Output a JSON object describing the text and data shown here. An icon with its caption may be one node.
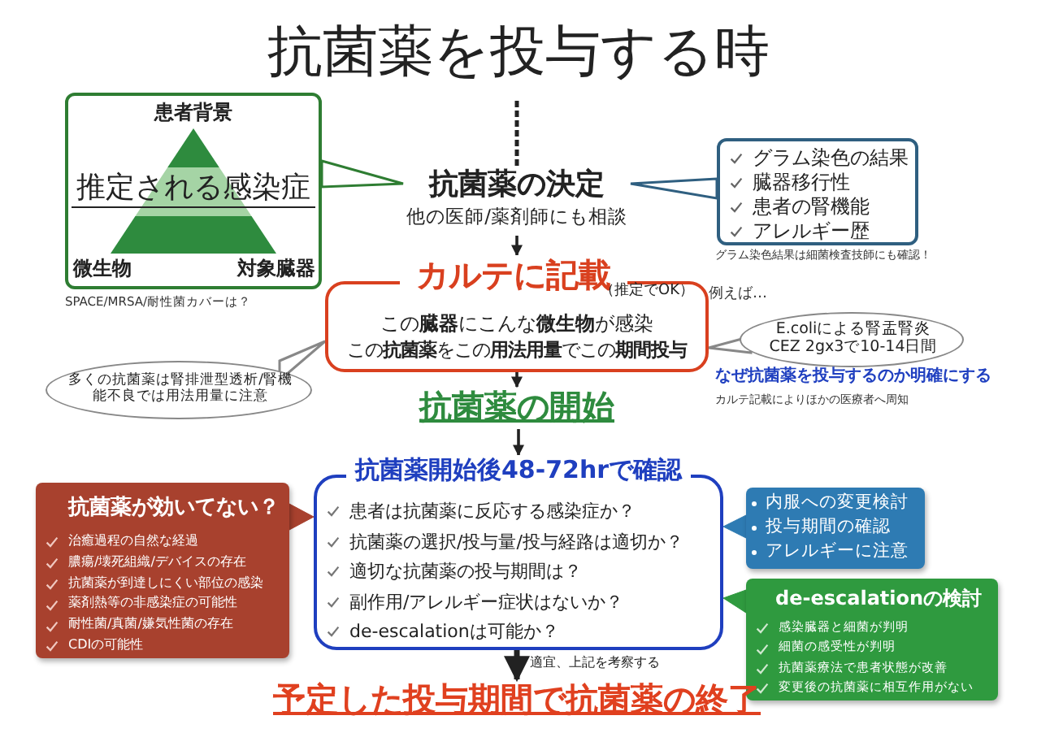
{
  "diagram": {
    "title": "抗菌薬を投与する時",
    "nodes": [
      {
        "text": [
          "患者背景",
          "推定される感染症",
          "微生物",
          "対象臓器"
        ],
        "beside": [
          "SPACE/MRSA/耐性菌カバーは？"
        ]
      },
      {
        "text": [
          "抗菌薬の決定",
          "他の医師/薬剤師にも相談"
        ]
      },
      {
        "text": [
          "グラム染色の結果",
          "臓器移行性",
          "患者の腎機能",
          "アレルギー歴"
        ],
        "beside": [
          "グラム染色結果は細菌検査技師にも確認！"
        ]
      },
      {
        "text": [
          "カルテに記載",
          "（推定でOK）",
          "この**臓器**にこんな**微生物**が感染",
          "この**抗菌薬**をこの**用法用量**でこの**期間投与**"
        ]
      },
      {
        "text": [
          "多くの抗菌薬は腎排泄型透析/腎機能不良では用法用量に注意"
        ]
      },
      {
        "text": [
          "E.coliによる腎盂腎炎 CEZ 2gx3で10-14日間"
        ]
      },
      {
        "text": [
          "抗菌薬の開始"
        ]
      },
      {
        "text": [
          "抗菌薬開始後48-72hrで確認",
          "患者は抗菌薬に反応する感染症か？",
          "抗菌薬の選択/投与量/投与経路は適切か？",
          "適切な抗菌薬の投与期間は？",
          "副作用/アレルギー症状はないか？",
          "de-escalationは可能か？"
        ]
      },
      {
        "text": [
          "抗菌薬が効いてない？",
          "治癒過程の自然な経過",
          "膿瘍/壊死組織/デバイスの存在",
          "抗菌薬が到達しにくい部位の感染",
          "薬剤熱等の非感染症の可能性",
          "耐性菌/真菌/嫌気性菌の存在",
          "CDIの可能性"
        ]
      },
      {
        "text": [
          "内服への変更検討",
          "投与期間の確認",
          "アレルギーに注意"
        ]
      },
      {
        "text": [
          "de-escalationの検討",
          "感染臓器と細菌が判明",
          "細菌の感受性が判明",
          "抗菌薬療法で患者状態が改善",
          "変更後の抗菌薬に相互作用がない"
        ]
      },
      {
        "text": [
          "予定した投与期間で抗菌薬の終了"
        ]
      }
    ],
    "edges": [
      {
        "from": null,
        "to": 1,
        "arrow": "none",
        "style": "dashed"
      },
      {
        "from": 0,
        "to": 1,
        "arrow": "to",
        "color": "#2e7d32"
      },
      {
        "from": 2,
        "to": 1,
        "arrow": "to",
        "color": "#2f5f80"
      },
      {
        "from": 1,
        "to": 3,
        "arrow": "to"
      },
      {
        "from": 4,
        "to": 3,
        "arrow": "to",
        "color": "#888888"
      },
      {
        "from": 5,
        "to": 3,
        "arrow": "to",
        "color": "#888888"
      },
      {
        "from": 3,
        "to": 6,
        "arrow": "to"
      },
      {
        "from": 6,
        "to": 7,
        "arrow": "to"
      },
      {
        "from": 8,
        "to": 7,
        "arrow": "to",
        "color": "#a8412e"
      },
      {
        "from": 9,
        "to": 7,
        "arrow": "to",
        "color": "#2e7bb3"
      },
      {
        "from": 10,
        "to": 7,
        "arrow": "to",
        "color": "#2f9a3f"
      },
      {
        "from": 7,
        "to": 11,
        "arrow": "to",
        "label": "適宜、上記を考察する",
        "style": "thick"
      }
    ],
    "labels": [
      "例えば…",
      "なぜ抗菌薬を投与するのか明確にする",
      "カルテ記載によりほかの医療者へ周知"
    ]
  }
}
